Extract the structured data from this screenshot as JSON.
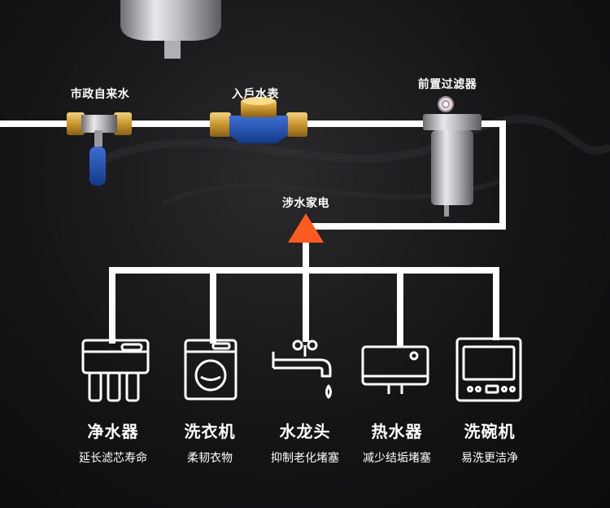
{
  "pipeline": {
    "municipal_label": "市政自来水",
    "meter_label": "入戶水表",
    "prefilter_label": "前置过滤器",
    "appliance_label": "涉水家电"
  },
  "appliances": [
    {
      "name": "净水器",
      "benefit": "延长滤芯寿命",
      "icon": "water-purifier-icon"
    },
    {
      "name": "洗衣机",
      "benefit": "柔韧衣物",
      "icon": "washing-machine-icon"
    },
    {
      "name": "水龙头",
      "benefit": "抑制老化堵塞",
      "icon": "faucet-icon"
    },
    {
      "name": "热水器",
      "benefit": "减少结垢堵塞",
      "icon": "water-heater-icon"
    },
    {
      "name": "洗碗机",
      "benefit": "易洗更洁净",
      "icon": "dishwasher-icon"
    }
  ],
  "colors": {
    "pipe": "#ffffff",
    "arrow": "#ff5a1f",
    "background": "#141416"
  }
}
